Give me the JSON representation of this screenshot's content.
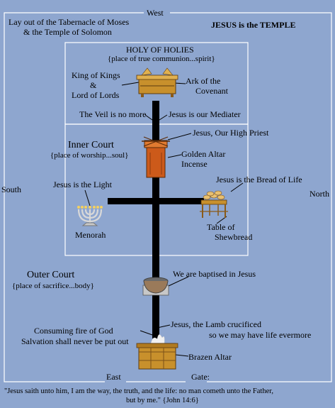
{
  "header": {
    "direction_west": "West",
    "layout_title_line1": "Lay out of the Tabernacle of Moses",
    "layout_title_line2": "& the Temple of Solomon",
    "main_title": "JESUS is the TEMPLE"
  },
  "directions": {
    "south": "South",
    "north": "North",
    "east": "East",
    "gate": "Gate:"
  },
  "holy_of_holies": {
    "title": "HOLY OF HOLIES",
    "subtitle": "{place of true communion...spirit}",
    "king_line1": "King of Kings",
    "king_line2": "&",
    "king_line3": "Lord of Lords",
    "ark_line1": "Ark of the",
    "ark_line2": "Covenant",
    "veil": "The Veil is no more",
    "mediator": "Jesus is our Mediater"
  },
  "inner_court": {
    "title": "Inner Court",
    "subtitle": "{place of worship...soul}",
    "high_priest": "Jesus, Our High Priest",
    "golden_altar_line1": "Golden Altar",
    "golden_altar_line2": "Incense",
    "light": "Jesus is the Light",
    "menorah": "Menorah",
    "bread_of_life": "Jesus is the Bread of Life",
    "table_line1": "Table of",
    "table_line2": "Shewbread"
  },
  "outer_court": {
    "title": "Outer Court",
    "subtitle": "{place of sacrifice...body}",
    "baptised": "We are baptised in Jesus",
    "lamb_line1": "Jesus, the Lamb crucificed",
    "lamb_line2": "so we may have life evermore",
    "consuming_fire": "Consuming fire of God",
    "salvation": "Salvation shall never be put out",
    "brazen_altar": "Brazen Altar"
  },
  "footer": {
    "quote_line1": "\"Jesus saith unto him, I am the way, the truth, and the life: no man cometh unto the Father,",
    "quote_line2": "but by me.\" {John 14:6}"
  },
  "colors": {
    "background": "#8ea6cf",
    "lines": "#ffffff",
    "cross": "#000000",
    "gold": "#c8902c",
    "copper": "#cc5a1a"
  }
}
